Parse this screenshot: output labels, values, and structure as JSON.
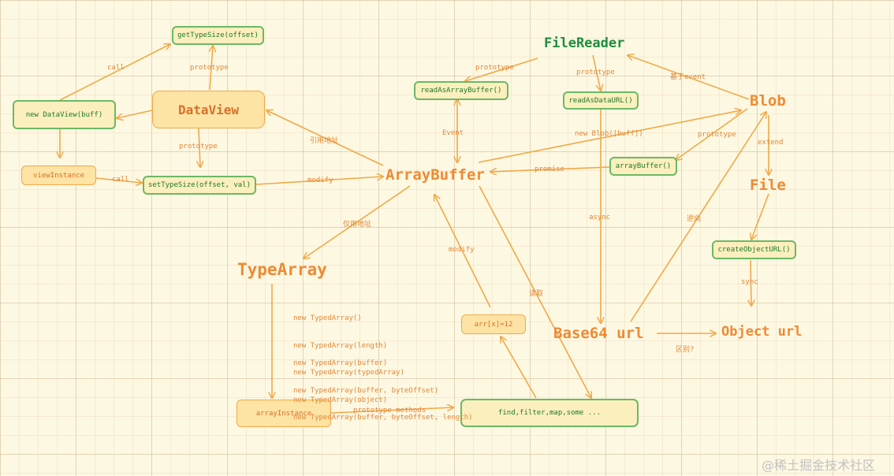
{
  "nodes": {
    "get_type_size": "getTypeSize(offset)",
    "new_dataview": "new DataView(buff)",
    "dataview": "DataView",
    "view_instance": "viewInstance",
    "set_type_size": "setTypeSize(offset, val)",
    "array_buffer": "ArrayBuffer",
    "file_reader": "FileReader",
    "read_as_array_buffer": "readAsArrayBuffer()",
    "read_as_data_url": "readAsDataURL()",
    "blob": "Blob",
    "array_buffer_method": "arrayBuffer()",
    "file": "File",
    "create_object_url": "createObjectURL()",
    "type_array": "TypeArray",
    "arr_assign": "arr[x]=12",
    "base64_url": "Base64 url",
    "object_url": "Object url",
    "array_instance": "arrayInstance",
    "find_methods": "find,filter,map,some ..."
  },
  "constructor_list": {
    "group1": [
      "new TypedArray()",
      "new TypedArray(length)",
      "new TypedArray(typedArray)",
      "new TypedArray(object)"
    ],
    "group2": [
      "new TypedArray(buffer)",
      "new TypedArray(buffer, byteOffset)",
      "new TypedArray(buffer, byteOffset, length)"
    ]
  },
  "edge_labels": {
    "call_top": "call",
    "prototype_getsize": "prototype",
    "prototype_setsize": "prototype",
    "call_bottom": "call",
    "modify_setsize": "modify",
    "ref_address": "引用地址",
    "only_address": "仅用地址",
    "modify_arr": "modify",
    "read": "读取",
    "prototype_readasab": "prototype",
    "event": "Event",
    "prototype_readasdu": "prototype",
    "based_on_event": "基于event",
    "new_blob": "new Blob([buff])",
    "prototype_arraybuffer": "prototype",
    "promise": "promise",
    "extend": "extend",
    "async": "async",
    "reverse": "逆向",
    "sync": "sync",
    "difference": "区别?",
    "prototype_methods": "prototype methods"
  },
  "watermark": "@稀土掘金技术社区"
}
